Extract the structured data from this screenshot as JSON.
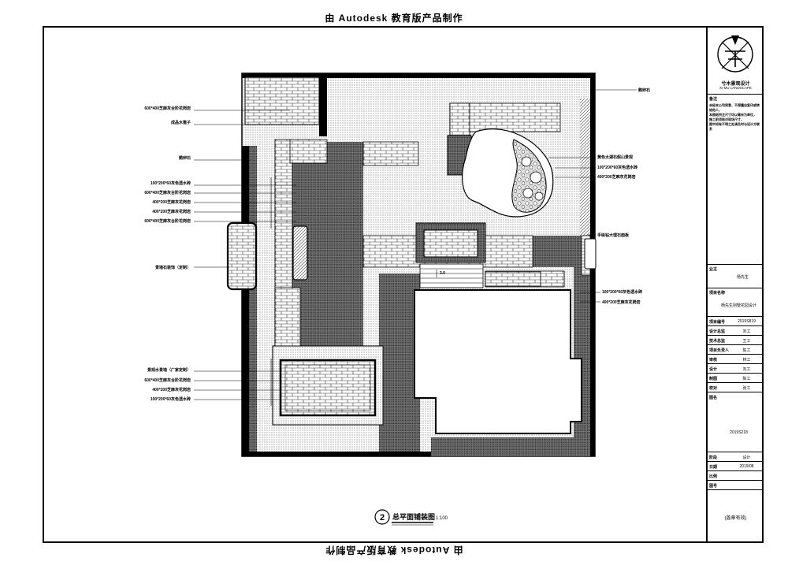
{
  "stamp": {
    "text": "由 Autodesk 教育版产品制作"
  },
  "drawing": {
    "title_number": "2",
    "title": "总平面铺装图",
    "scale": "1:100",
    "dim_label": "3.0",
    "labels_left": [
      "600*400芝麻灰台阶花岗岩",
      "成品水篦子",
      "鹅卵石",
      "100*200*60灰色透水砖",
      "600*400芝麻灰台阶花岗岩",
      "400*200芝麻灰花岗岩",
      "400*200芝麻灰花岗岩",
      "600*400芝麻灰台阶花岗岩",
      "景墙石装饰（定制）",
      "景观水景墙（厂家定制）",
      "600*400芝麻灰台阶花岗岩",
      "400*200芝麻灰花岗岩",
      "100*200*60灰色透水砖"
    ],
    "labels_right": [
      "鹅卵石",
      "黄色太湖石假山景观",
      "100*200*60灰色透水砖",
      "400*200芝麻灰花岗岩",
      "手绘钻大理石面板",
      "100*200*60灰色透水砖",
      "400*200芝麻灰花岗岩"
    ]
  },
  "titleblock": {
    "brand": "兮木景观设计",
    "brand_en": "XI MU LANDSCAPE",
    "notes_heading": "备注",
    "notes_lines": [
      "未经本公司同意，不得擅自复印或转给他人，",
      "本图纸所注尺寸均以毫米为单位，",
      "施工前须核对现场尺寸，",
      "图中如有不明之处请及时与设计方联系"
    ],
    "owner_label": "业主",
    "owner": "杨先生",
    "project_label": "项目名称",
    "project": "杨先生别墅花园设计",
    "rows": [
      {
        "label": "项目编号",
        "value": "2019S819"
      },
      {
        "label": "设计总监",
        "value": "刘工"
      },
      {
        "label": "技术总监",
        "value": "王工"
      },
      {
        "label": "项目负责人",
        "value": "陈工"
      },
      {
        "label": "审核",
        "value": "林工"
      },
      {
        "label": "设计",
        "value": "刘工"
      },
      {
        "label": "制图",
        "value": "陈工"
      },
      {
        "label": "校对",
        "value": "张工"
      }
    ],
    "drawing_no_label": "图名",
    "drawing_no": "2019S218",
    "stage_label": "阶段",
    "stage": "设计",
    "date_label": "日期",
    "date": "2019/08",
    "ratio_label": "比例",
    "sheet_label": "图号",
    "seal_note": "(盖章有效)"
  },
  "colors": {
    "ink": "#000000",
    "paper": "#ffffff",
    "dark_paving": "#6e6e6e",
    "light_dots": "#d9d9d9"
  }
}
